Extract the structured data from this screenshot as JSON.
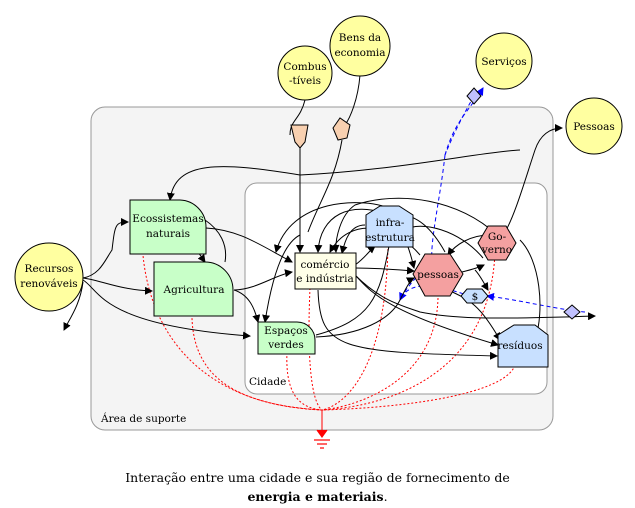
{
  "regions": {
    "support_area": "Área de suporte",
    "city": "Cidade"
  },
  "sources": {
    "renewable": [
      "Recursos",
      "renováveis"
    ],
    "fuels": [
      "Combus",
      "-tíveis"
    ],
    "goods": [
      "Bens da",
      "economia"
    ],
    "services": "Serviços",
    "people_outside": "Pessoas"
  },
  "nodes": {
    "ecosystems": [
      "Ecossistemas",
      "naturais"
    ],
    "agriculture": "Agricultura",
    "green_spaces": [
      "Espaços",
      "verdes"
    ],
    "commerce": [
      "comércio",
      "e indústria"
    ],
    "infrastructure": [
      "infra-",
      "estrutura"
    ],
    "people": "pessoas",
    "government": [
      "Go-",
      "verno"
    ],
    "money": "$",
    "waste": "resíduos"
  },
  "caption": {
    "line1": "Interação entre uma cidade e sua região de fornecimento de",
    "line2_bold": "energia e materiais",
    "line2_end": "."
  },
  "colors": {
    "source": "#ffffa0",
    "producer": "#c8ffc8",
    "commerce": "#ffffe8",
    "infrastructure": "#c8e0ff",
    "people": "#f4a0a0",
    "waste": "#c8e0ff",
    "sink_flow": "#ff0000",
    "money_flow": "#0000ff"
  }
}
